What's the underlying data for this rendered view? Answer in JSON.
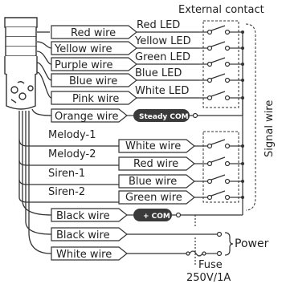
{
  "header": {
    "external_contact": "External contact"
  },
  "device": {
    "icon": "signal-tower-icon"
  },
  "led_rows": [
    {
      "wire": "Red wire",
      "led": "Red LED"
    },
    {
      "wire": "Yellow wire",
      "led": "Yellow LED"
    },
    {
      "wire": "Purple wire",
      "led": "Green LED"
    },
    {
      "wire": "Blue wire",
      "led": "Blue LED"
    },
    {
      "wire": "Pink wire",
      "led": "White LED"
    }
  ],
  "orange": {
    "wire": "Orange wire",
    "com": "Steady COM"
  },
  "sound_rows": [
    {
      "label": "Melody-1",
      "wire": "White wire"
    },
    {
      "label": "Melody-2",
      "wire": "Red wire"
    },
    {
      "label": "Siren-1",
      "wire": "Blue wire"
    },
    {
      "label": "Siren-2",
      "wire": "Green wire"
    }
  ],
  "black_com": {
    "wire": "Black wire",
    "com": "+ COM"
  },
  "power_rows": [
    {
      "wire": "Black wire"
    },
    {
      "wire": "White wire"
    }
  ],
  "power_label": "Power",
  "fuse": {
    "label": "Fuse",
    "rating": "250V/1A"
  },
  "signal_wire": "Signal wire",
  "colors": {
    "line": "#333333",
    "badge_bg": "#3a3a3a",
    "badge_text": "#ffffff"
  }
}
